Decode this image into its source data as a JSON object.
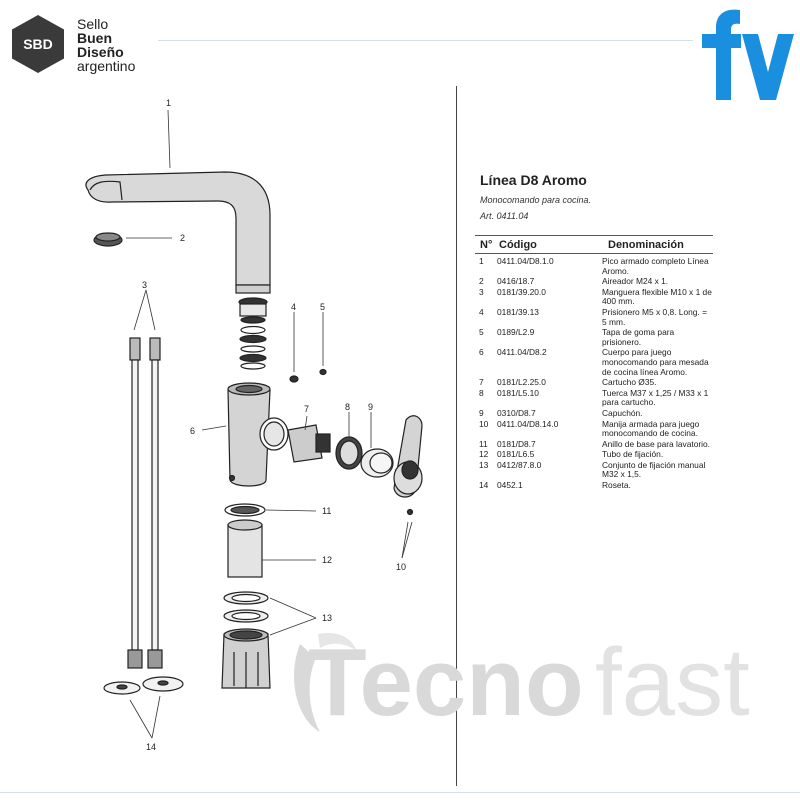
{
  "brand": {
    "badge": "SBD",
    "seal_line1": "Sello",
    "seal_line2": "Buen",
    "seal_line3": "Diseño",
    "seal_line4": "argentino",
    "logo_name": "fv-logo",
    "logo_color": "#1a8fe0"
  },
  "watermark": {
    "text_bold": "Tecno",
    "text_light": "fast",
    "color": "#d9d9d9"
  },
  "product": {
    "title": "Línea D8 Aromo",
    "subtitle": "Monocomando para cocina.",
    "article": "Art. 0411.04"
  },
  "table": {
    "headers": {
      "num": "N°",
      "code": "Código",
      "desc": "Denominación"
    },
    "rows": [
      {
        "num": "1",
        "code": "0411.04/D8.1.0",
        "desc": "Pico armado completo Línea Aromo."
      },
      {
        "num": "2",
        "code": "0416/18.7",
        "desc": "Aireador M24 x 1."
      },
      {
        "num": "3",
        "code": "0181/39.20.0",
        "desc": "Manguera flexible M10 x 1 de 400 mm."
      },
      {
        "num": "4",
        "code": "0181/39.13",
        "desc": "Prisionero M5 x 0,8. Long. = 5 mm."
      },
      {
        "num": "5",
        "code": "0189/L2.9",
        "desc": "Tapa de goma para prisionero."
      },
      {
        "num": "6",
        "code": "0411.04/D8.2",
        "desc": "Cuerpo para juego monocomando para mesada de cocina línea Aromo."
      },
      {
        "num": "7",
        "code": "0181/L2.25.0",
        "desc": "Cartucho Ø35."
      },
      {
        "num": "8",
        "code": "0181/L5.10",
        "desc": "Tuerca M37 x 1,25 / M33 x 1 para cartucho."
      },
      {
        "num": "9",
        "code": "0310/D8.7",
        "desc": "Capuchón."
      },
      {
        "num": "10",
        "code": "0411.04/D8.14.0",
        "desc": "Manija armada para juego monocomando de cocina."
      },
      {
        "num": "11",
        "code": "0181/D8.7",
        "desc": "Anillo de base para lavatorio."
      },
      {
        "num": "12",
        "code": "0181/L6.5",
        "desc": "Tubo de fijación."
      },
      {
        "num": "13",
        "code": "0412/87.8.0",
        "desc": "Conjunto de fijación manual M32 x 1,5."
      },
      {
        "num": "14",
        "code": "0452.1",
        "desc": "Roseta."
      }
    ]
  },
  "callouts": {
    "c1": "1",
    "c2": "2",
    "c3": "3",
    "c4": "4",
    "c5": "5",
    "c6": "6",
    "c7": "7",
    "c8": "8",
    "c9": "9",
    "c10": "10",
    "c11": "11",
    "c12": "12",
    "c13": "13",
    "c14": "14"
  }
}
